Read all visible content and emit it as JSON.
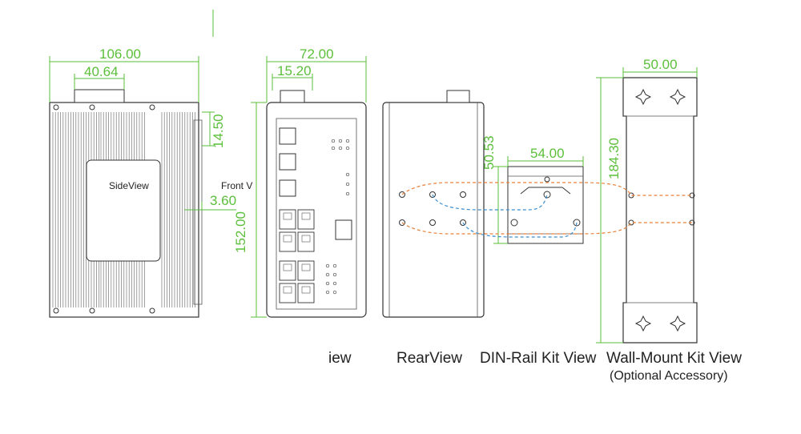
{
  "colors": {
    "dimension": "#5bbf3a",
    "outline": "#333333",
    "rail_orange": "#e8803a",
    "rail_blue": "#3a8fd0"
  },
  "side_view": {
    "label": "SideView",
    "width": "106.00",
    "inner_width": "40.64",
    "right_top": "14.50",
    "right_small": "3.60",
    "front_label": "Front V"
  },
  "front_view": {
    "width": "72.00",
    "left_offset": "15.20",
    "height": "152.00",
    "caption": "iew"
  },
  "rear_view": {
    "caption": "RearView"
  },
  "din_rail": {
    "width": "54.00",
    "height": "50.53",
    "caption": "DIN-Rail Kit View"
  },
  "wall_mount": {
    "width": "50.00",
    "height": "184.30",
    "caption": "Wall-Mount Kit View",
    "subcaption": "(Optional Accessory)"
  }
}
